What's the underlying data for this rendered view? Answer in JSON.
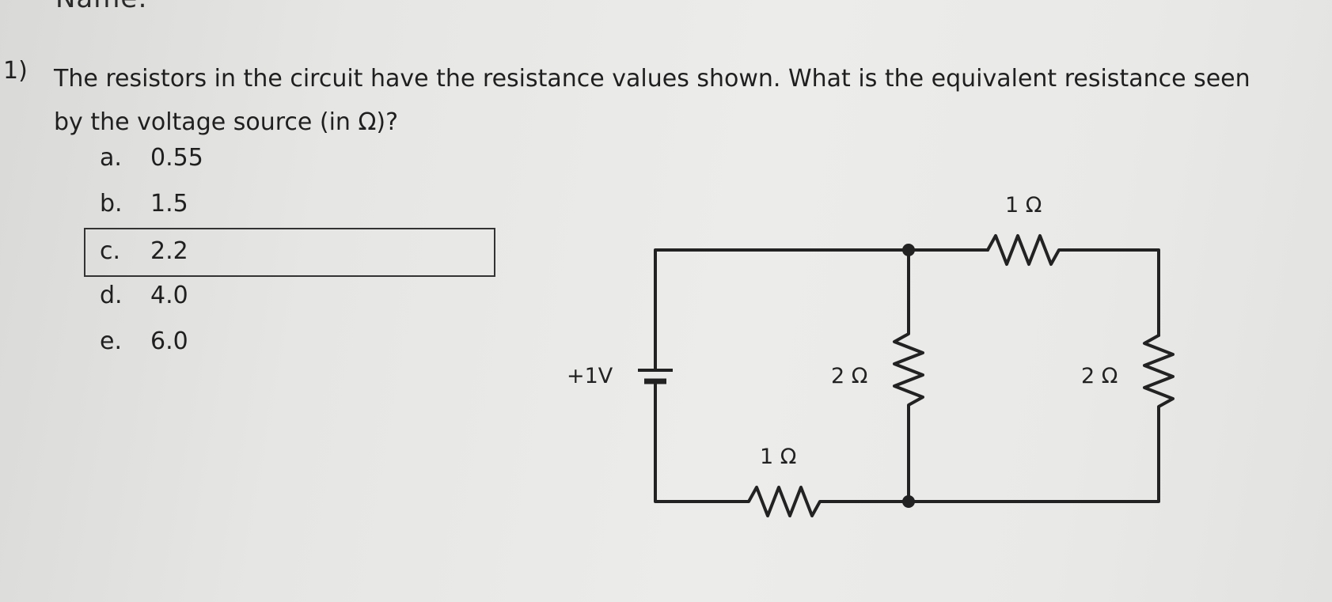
{
  "header": {
    "fragment": "Name:"
  },
  "question": {
    "number": "1)",
    "text": "The resistors in the circuit have the resistance values shown. What is the equivalent resistance seen by the voltage source (in Ω)?",
    "options": [
      {
        "letter": "a.",
        "value": "0.55",
        "selected": false
      },
      {
        "letter": "b.",
        "value": "1.5",
        "selected": false
      },
      {
        "letter": "c.",
        "value": "2.2",
        "selected": true
      },
      {
        "letter": "d.",
        "value": "4.0",
        "selected": false
      },
      {
        "letter": "e.",
        "value": "6.0",
        "selected": false
      }
    ]
  },
  "circuit": {
    "source_label": "+1V",
    "r_top_label": "1 Ω",
    "r_middle_label": "2 Ω",
    "r_right_label": "2 Ω",
    "r_bottom_label": "1 Ω"
  }
}
